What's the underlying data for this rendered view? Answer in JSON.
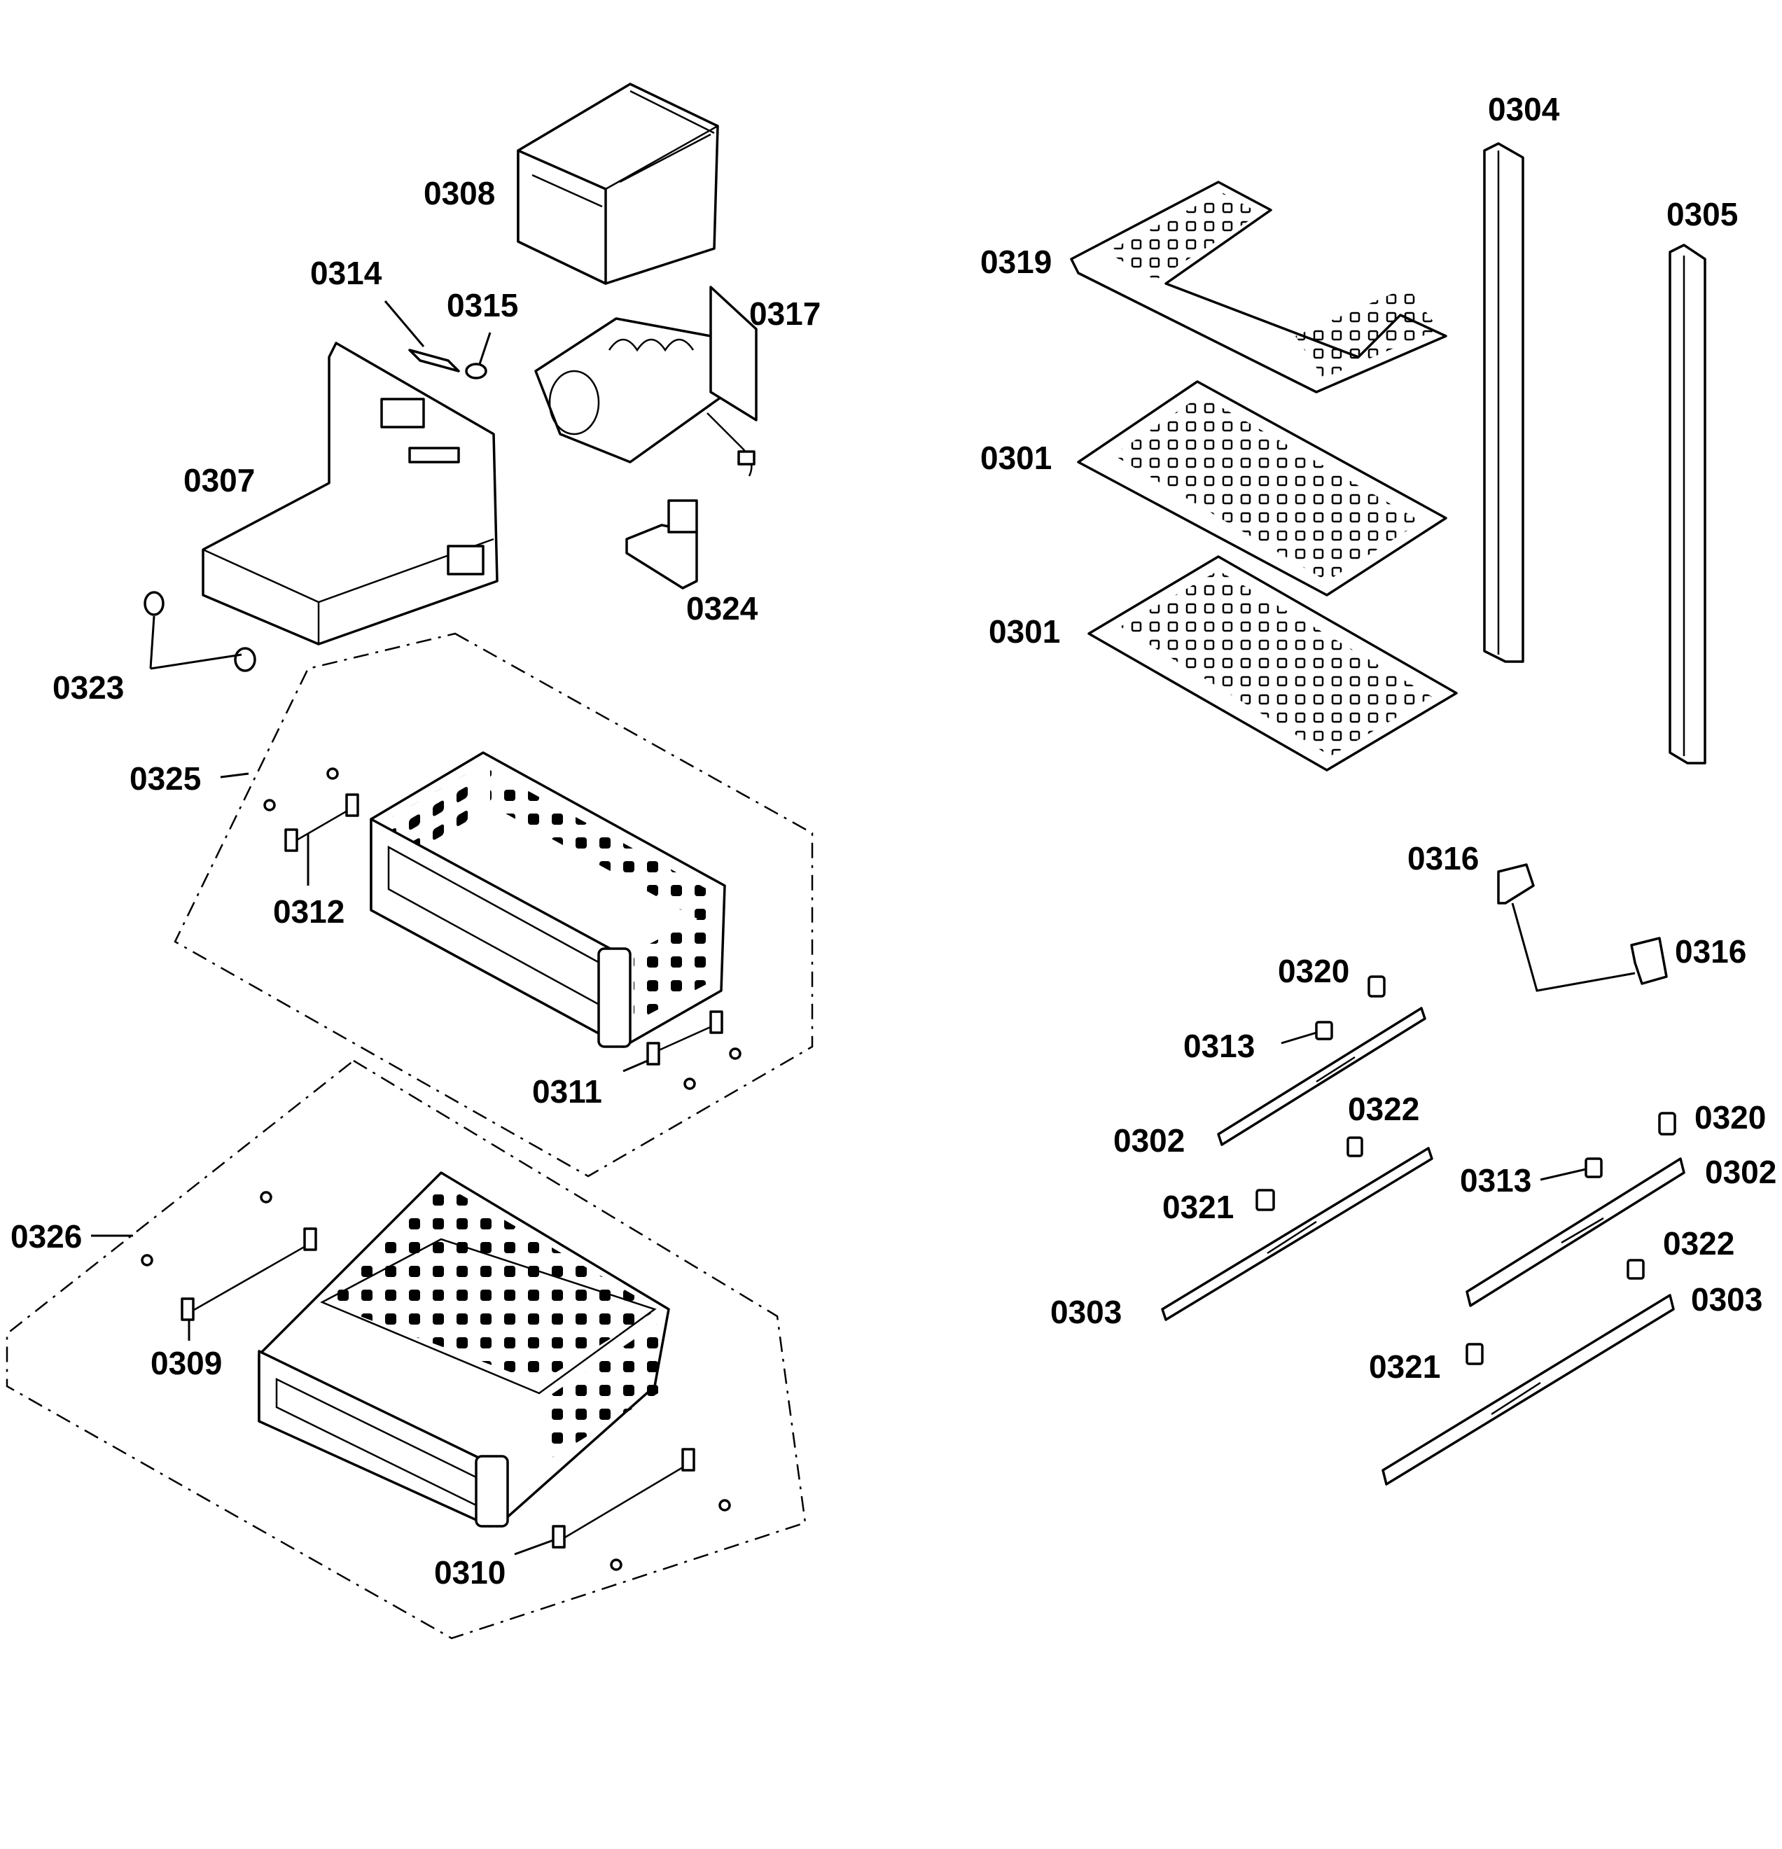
{
  "colors": {
    "line": "#000000",
    "background": "#ffffff"
  },
  "callouts": {
    "c0304": "0304",
    "c0305": "0305",
    "c0308": "0308",
    "c0319": "0319",
    "c0314": "0314",
    "c0315": "0315",
    "c0317": "0317",
    "c0301a": "0301",
    "c0307": "0307",
    "c0301b": "0301",
    "c0324": "0324",
    "c0323": "0323",
    "c0325": "0325",
    "c0316a": "0316",
    "c0312": "0312",
    "c0316b": "0316",
    "c0320a": "0320",
    "c0313a": "0313",
    "c0311": "0311",
    "c0322a": "0322",
    "c0320b": "0320",
    "c0302a": "0302",
    "c0313b": "0313",
    "c0302b": "0302",
    "c0321a": "0321",
    "c0326": "0326",
    "c0322b": "0322",
    "c0303a": "0303",
    "c0303b": "0303",
    "c0309": "0309",
    "c0321b": "0321",
    "c0310": "0310"
  }
}
